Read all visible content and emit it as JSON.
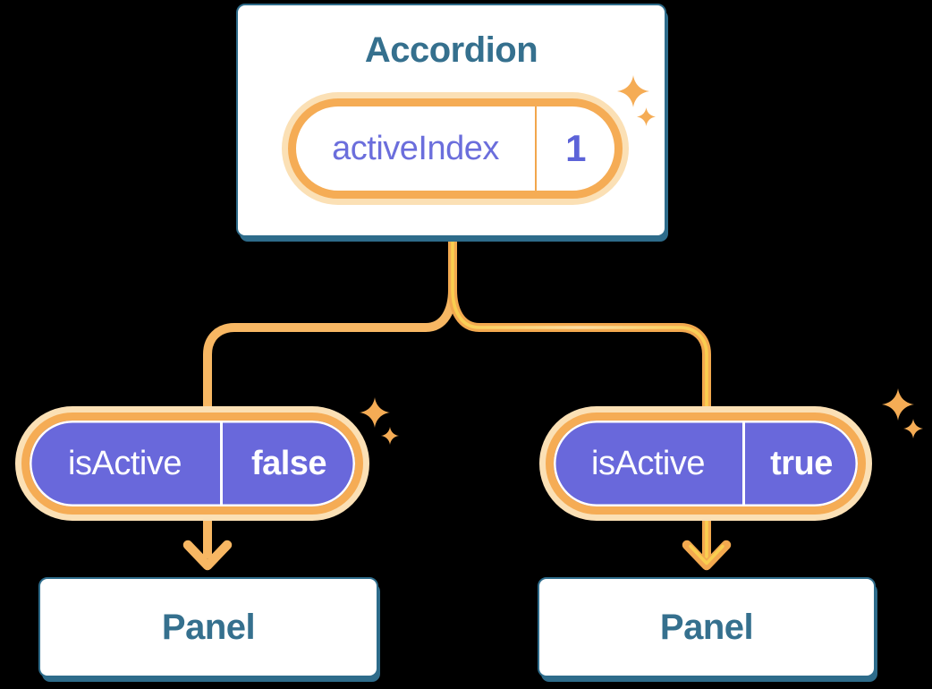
{
  "colors": {
    "background": "#000000",
    "teal_border": "#2E6C8B",
    "teal_text": "#35708E",
    "purple_fill": "#6968DB",
    "purple_text": "#6B6EDC",
    "purple_value_text": "#5C63D8",
    "orange_ring": "#F5AC55",
    "orange_glow": "#FBE0B5",
    "line_orange": "#F3A94F",
    "line_orange_light": "#F7B763",
    "line_yellow_core": "#F9CE4F",
    "line_cream_core": "#FBDBA2",
    "white": "#FFFFFF"
  },
  "diagram": {
    "root": {
      "title": "Accordion",
      "state": {
        "name": "activeIndex",
        "value": "1"
      }
    },
    "children": [
      {
        "prop": {
          "name": "isActive",
          "value": "false"
        },
        "panel": {
          "label": "Panel"
        },
        "active": false
      },
      {
        "prop": {
          "name": "isActive",
          "value": "true"
        },
        "panel": {
          "label": "Panel"
        },
        "active": true
      }
    ]
  },
  "icons": {
    "sparkle": "sparkle-icon"
  }
}
